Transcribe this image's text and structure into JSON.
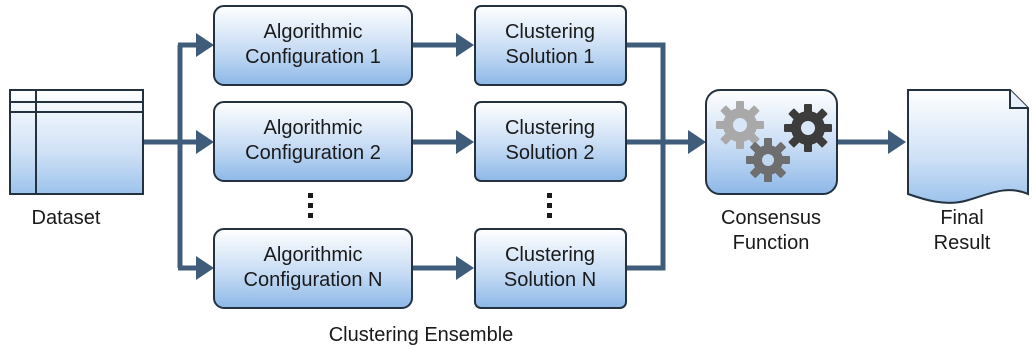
{
  "colors": {
    "connector": "#3f5c7a",
    "box_top": "#ffffff",
    "box_bottom": "#8db8e8",
    "box_stroke": "#24313f",
    "gear_light": "#a9a9a9",
    "gear_dark": "#3c3c3c"
  },
  "dataset": {
    "label": "Dataset"
  },
  "configs": [
    {
      "line1": "Algorithmic",
      "line2": "Configuration 1"
    },
    {
      "line1": "Algorithmic",
      "line2": "Configuration 2"
    },
    {
      "line1": "Algorithmic",
      "line2": "Configuration N"
    }
  ],
  "solutions": [
    {
      "line1": "Clustering",
      "line2": "Solution 1"
    },
    {
      "line1": "Clustering",
      "line2": "Solution 2"
    },
    {
      "line1": "Clustering",
      "line2": "Solution N"
    }
  ],
  "ensemble": {
    "label": "Clustering Ensemble"
  },
  "consensus": {
    "line1": "Consensus",
    "line2": "Function",
    "icon": "gears-icon"
  },
  "final": {
    "line1": "Final",
    "line2": "Result",
    "icon": "document-icon"
  }
}
